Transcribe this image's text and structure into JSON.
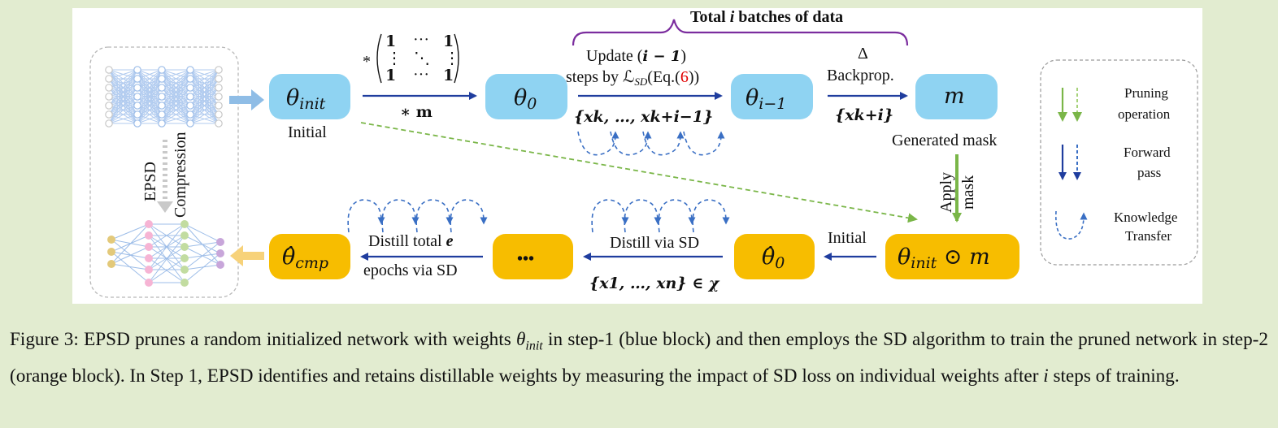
{
  "nodes": {
    "theta_init": "θ",
    "theta_init_sub": "init",
    "theta_0": "θ",
    "theta_0_sub": "0",
    "theta_im1": "θ",
    "theta_im1_sub": "i−1",
    "m": "m",
    "theta_init_m": "θ",
    "theta_init_m_sub": "init",
    "theta_init_m_op": " ⊙ m",
    "theta_hat_0": "θ̂",
    "theta_hat_0_sub": "0",
    "dots": "•••",
    "theta_cmp": "θ̂",
    "theta_cmp_sub": "cmp"
  },
  "labels": {
    "initial_top": "Initial",
    "matrix_star": "*",
    "matrix_one": "1",
    "matrix_hdots": "···",
    "matrix_vdots": "⋮",
    "matrix_ddots": "⋱",
    "star_m": "∗ m",
    "brace_title_pre": "Total ",
    "brace_title_i": "i",
    "brace_title_post": " batches of data",
    "update_pre": "Update (",
    "update_bold": "i − 1",
    "update_post": ")",
    "steps_by": "steps by ℒ",
    "steps_sub": "SD",
    "eq_pre": "(Eq.(",
    "eq_num": "6",
    "eq_post": "))",
    "xk_set": "{xk, …, xk+i−1}",
    "delta": "Δ",
    "backprop": "Backprop.",
    "xki_set": "{xk+i}",
    "generated_mask": "Generated mask",
    "apply": "Apply",
    "mask": "mask",
    "initial_bottom": "Initial",
    "distill_sd": "Distill via SD",
    "x_set": "{x1, …, xn} ∈ χ",
    "distill_total_pre": "Distill total ",
    "distill_total_e": "e",
    "epochs_sd": "epochs via SD",
    "epsd": "EPSD",
    "compression": "Compression"
  },
  "legend": {
    "pruning_1": "Pruning",
    "pruning_2": "operation",
    "forward_1": "Forward",
    "forward_2": "pass",
    "knowledge_1": "Knowledge",
    "knowledge_2": "Transfer"
  },
  "colors": {
    "blue_node": "#8fd3f2",
    "orange_node": "#f7bd00",
    "dark_blue_arrow": "#1f3d9e",
    "green_arrow": "#7ab648",
    "brace": "#7b2d9e",
    "dashed_blue": "#3a6fc4"
  },
  "caption": {
    "fig": "Figure 3: EPSD prunes a random initialized network with weights ",
    "theta": "θ",
    "theta_sub": "init",
    "mid": " in step-1 (blue block) and then employs the SD algorithm to train the pruned network in step-2 (orange block). In Step 1, EPSD identifies and retains distillable weights by measuring the impact of SD loss on individual weights after ",
    "i": "i",
    "end": " steps of training."
  }
}
